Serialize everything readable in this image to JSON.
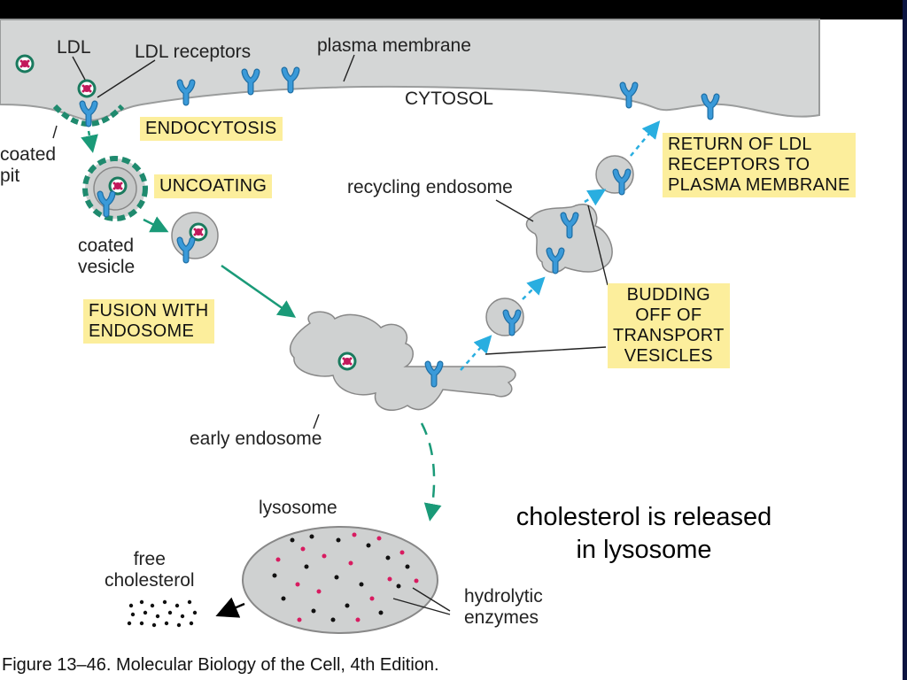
{
  "labels": {
    "ldl": "LDL",
    "ldl_receptors": "LDL receptors",
    "plasma_membrane": "plasma membrane",
    "cytosol": "CYTOSOL",
    "coated_pit": "coated\npit",
    "coated_vesicle": "coated\nvesicle",
    "recycling_endosome": "recycling endosome",
    "early_endosome": "early endosome",
    "lysosome": "lysosome",
    "free_cholesterol": "free\ncholesterol",
    "hydrolytic_enzymes": "hydrolytic\nenzymes"
  },
  "steps": {
    "endocytosis": "ENDOCYTOSIS",
    "uncoating": "UNCOATING",
    "fusion": "FUSION WITH\nENDOSOME",
    "return": "RETURN OF LDL\nRECEPTORS TO\nPLASMA MEMBRANE",
    "budding": "BUDDING\nOFF OF\nTRANSPORT\nVESICLES"
  },
  "note": "cholesterol is released\nin lysosome",
  "caption": "Figure 13–46. Molecular Biology of the Cell, 4th Edition.",
  "colors": {
    "membrane": "#d4d6d6",
    "receptor": "#2e86c1",
    "coat": "#1f8a6e",
    "arrow_green": "#1a9a78",
    "arrow_blue": "#29aee0",
    "label_box": "#fcee9c",
    "cholesterol_red": "#d81b60"
  }
}
